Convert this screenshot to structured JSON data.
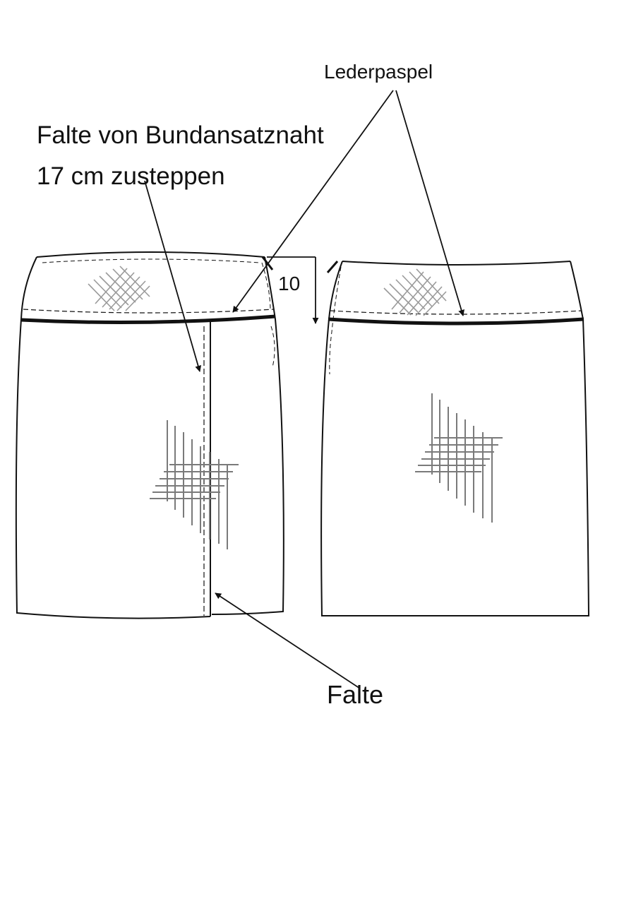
{
  "labels": {
    "lederpaspel": "Lederpaspel",
    "falte_line1": "Falte von Bundansatznaht",
    "falte_line2": "17 cm zusteppen",
    "measure": "10",
    "falte": "Falte"
  },
  "colors": {
    "outline": "#111111",
    "stitch": "#333333",
    "hatch_light": "#9a9a9a",
    "hatch_mid": "#6f6f6f"
  }
}
